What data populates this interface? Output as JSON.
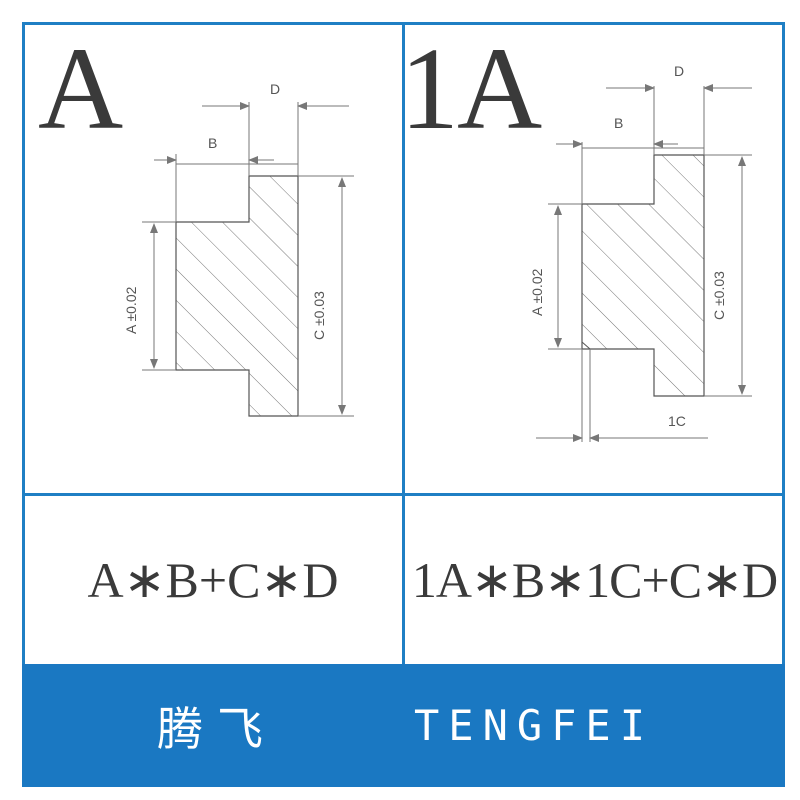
{
  "panels": {
    "left": {
      "title": "A",
      "labels": {
        "b": "B",
        "d": "D",
        "a": "A ±0.02",
        "c": "C ±0.03"
      },
      "formula": "A∗B+C∗D"
    },
    "right": {
      "title": "1A",
      "labels": {
        "b": "B",
        "d": "D",
        "a": "A ±0.02",
        "c": "C ±0.03",
        "one_c": "1C"
      },
      "formula": "1A∗B∗1C+C∗D"
    }
  },
  "footer": {
    "brand_cn": "腾飞",
    "brand_en": "TENGFEI"
  },
  "colors": {
    "border": "#1f7fc4",
    "footer_bg": "#1a78c2",
    "text": "#3a3a3a"
  }
}
